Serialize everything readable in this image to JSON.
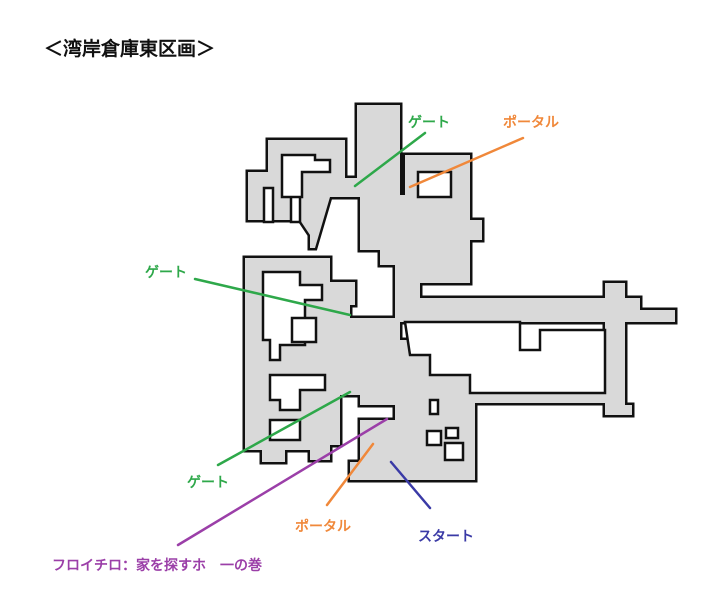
{
  "title": "＜湾岸倉庫東区画＞",
  "colors": {
    "gate": "#2ea84a",
    "portal": "#f0883a",
    "start": "#3a3aa6",
    "credit": "#9b3fa8",
    "floor": "#d9d9d9",
    "wall": "#111111"
  },
  "labels": {
    "gate_top": "ゲート",
    "portal_top": "ポータル",
    "gate_left": "ゲート",
    "gate_bottom": "ゲート",
    "portal_bottom": "ポータル",
    "start": "スタート",
    "credit": "フロイチロ：家を探すホ　一の巻"
  }
}
